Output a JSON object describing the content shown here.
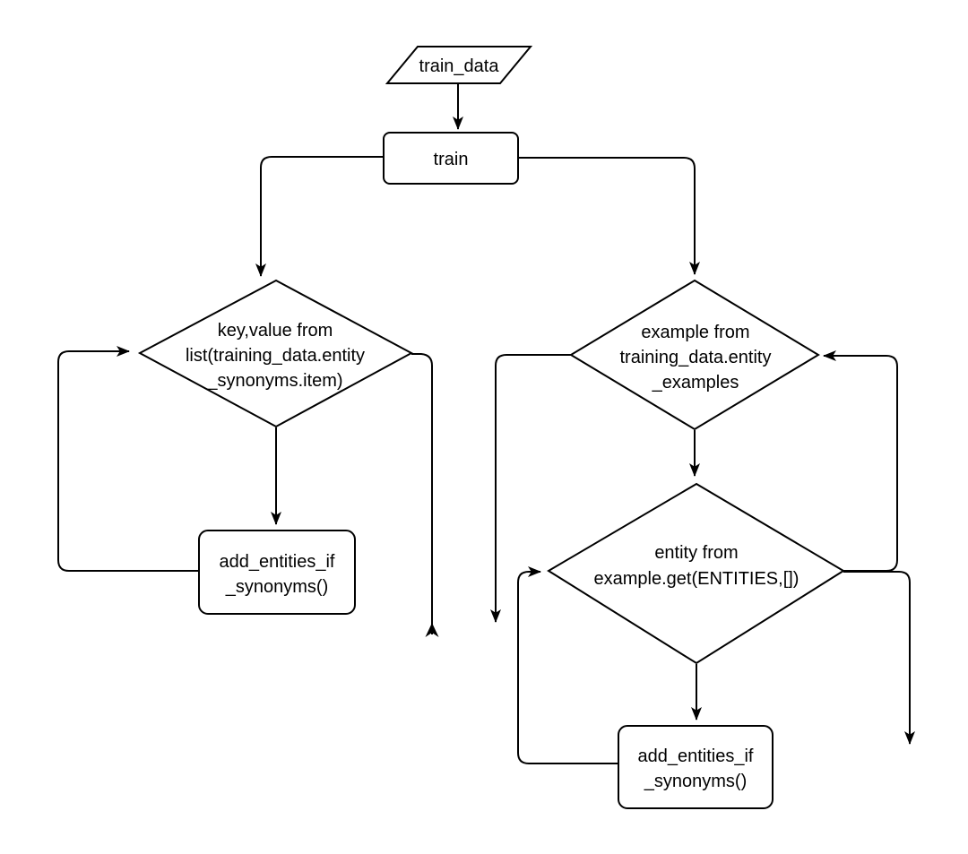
{
  "diagram": {
    "type": "flowchart",
    "background_color": "#ffffff",
    "stroke_color": "#000000",
    "text_color": "#000000",
    "nodes": {
      "train_data": {
        "shape": "parallelogram-io",
        "label": "train_data"
      },
      "train": {
        "shape": "process",
        "label": "train"
      },
      "for_synonyms": {
        "shape": "decision",
        "line1": "key,value from",
        "line2": "list(training_data.entity",
        "line3": "_synonyms.item)"
      },
      "for_examples": {
        "shape": "decision",
        "line1": "example from",
        "line2": "training_data.entity",
        "line3": "_examples"
      },
      "for_entities": {
        "shape": "decision",
        "line1": "entity from",
        "line2": "example.get(ENTITIES,[])"
      },
      "add_entities_left": {
        "shape": "process",
        "line1": "add_entities_if",
        "line2": "_synonyms()"
      },
      "add_entities_right": {
        "shape": "process",
        "line1": "add_entities_if",
        "line2": "_synonyms()"
      }
    },
    "edges": [
      {
        "from": "train_data",
        "to": "train",
        "kind": "arrow"
      },
      {
        "from": "train",
        "to": "for_synonyms",
        "kind": "arrow"
      },
      {
        "from": "train",
        "to": "for_examples",
        "kind": "arrow"
      },
      {
        "from": "for_synonyms",
        "to": "add_entities_left",
        "kind": "arrow"
      },
      {
        "from": "add_entities_left",
        "to": "for_synonyms",
        "kind": "loop-back-arrow"
      },
      {
        "from": "for_synonyms",
        "to": "",
        "kind": "open-end-up-arrow"
      },
      {
        "from": "for_examples",
        "to": "for_entities",
        "kind": "arrow"
      },
      {
        "from": "for_examples",
        "to": "",
        "kind": "open-end-down-arrow"
      },
      {
        "from": "for_entities",
        "to": "add_entities_right",
        "kind": "arrow"
      },
      {
        "from": "add_entities_right",
        "to": "for_entities",
        "kind": "loop-back-arrow"
      },
      {
        "from": "for_entities",
        "to": "for_examples",
        "kind": "loop-back-arrow"
      },
      {
        "from": "for_entities",
        "to": "",
        "kind": "open-end-down-arrow"
      }
    ]
  }
}
